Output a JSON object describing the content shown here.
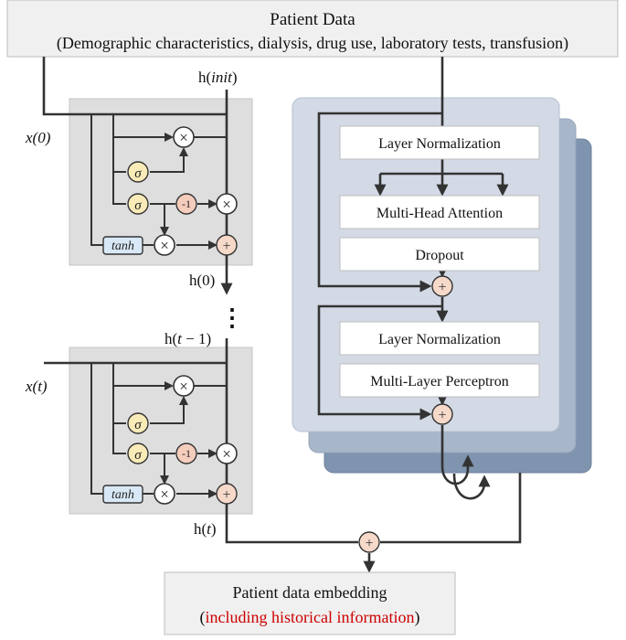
{
  "header": {
    "title": "Patient Data",
    "subtitle": "(Demographic characteristics, dialysis, drug use, laboratory tests, transfusion)"
  },
  "rnn": {
    "h_init": "h(init)",
    "h0": "h(0)",
    "h_prev": "h(t − 1)",
    "ht": "h(t)",
    "x0": "x(0)",
    "xt": "x(t)",
    "sigma": "σ",
    "neg_one": "-1",
    "tanh": "tanh",
    "times": "×",
    "plus": "+",
    "dots": "⋮"
  },
  "transformer": {
    "layer_norm_1": "Layer Normalization",
    "attention": "Multi-Head Attention",
    "dropout": "Dropout",
    "layer_norm_2": "Layer Normalization",
    "mlp": "Multi-Layer Perceptron",
    "plus": "+"
  },
  "output": {
    "title": "Patient data embedding",
    "paren_open": "(",
    "highlight": "including historical information",
    "paren_close": ")",
    "highlight_color": "#cc0000",
    "plus": "+"
  },
  "colors": {
    "transformer_front": "#d3dae6",
    "transformer_middle": "#a8b6c9",
    "transformer_back": "#7f94ae",
    "gate_background": "#dedede"
  }
}
